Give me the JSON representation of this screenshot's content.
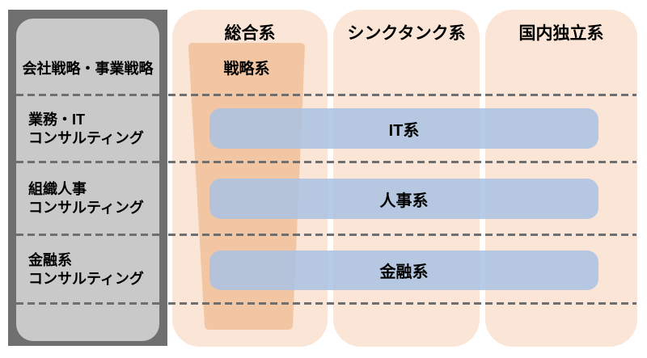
{
  "diagram": {
    "title": "consulting-firm-category-map",
    "sidebar_rows": [
      {
        "lines": [
          "会社戦略・事業戦略"
        ]
      },
      {
        "lines": [
          "業務・IT",
          "コンサルティング"
        ]
      },
      {
        "lines": [
          "組織人事",
          "コンサルティング"
        ]
      },
      {
        "lines": [
          "金融系",
          "コンサルティング"
        ]
      }
    ],
    "column_headers": [
      "総合系",
      "シンクタンク系",
      "国内独立系"
    ],
    "strategy_label": "戦略系",
    "band_labels": [
      "IT系",
      "人事系",
      "金融系"
    ],
    "colors": {
      "sidebar_frame": "#6f6f6f",
      "sidebar_fill": "#c9c9c9",
      "column_fill": "#fbe5d6",
      "strategy_fill": "#f3c6a3",
      "band_fill": "#a8c2e3d9",
      "dash": "#6f6f6f",
      "text": "#000000"
    }
  }
}
